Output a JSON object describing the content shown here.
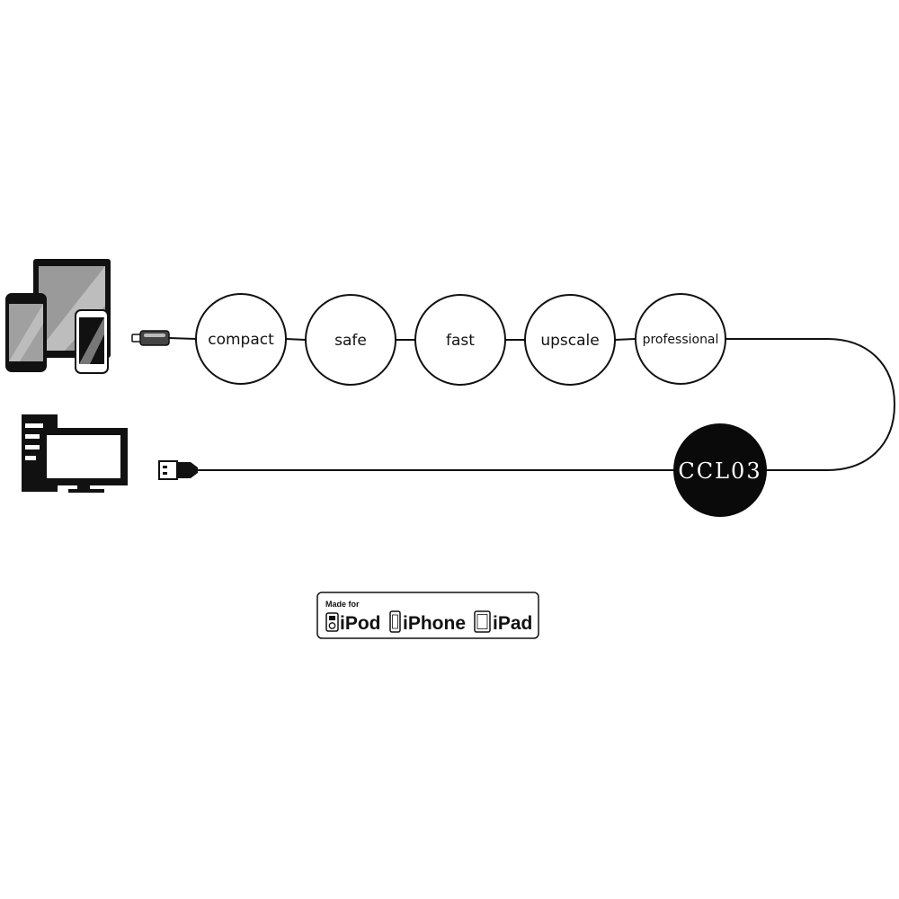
{
  "features": [
    {
      "label": "compact"
    },
    {
      "label": "safe"
    },
    {
      "label": "fast"
    },
    {
      "label": "upscale"
    },
    {
      "label": "professional"
    }
  ],
  "model": {
    "label": "CCL03"
  },
  "badge": {
    "made_for": "Made for",
    "devices": [
      "iPod",
      "iPhone",
      "iPad"
    ]
  },
  "icons": {
    "mobile_devices": "tablet-and-phones-icon",
    "computer": "desktop-computer-icon",
    "lightning_plug": "lightning-connector-icon",
    "usb_plug": "usb-connector-icon"
  },
  "colors": {
    "line": "#111111",
    "model_circle": "#0a0a0a",
    "screen": "#a8a8a8"
  }
}
